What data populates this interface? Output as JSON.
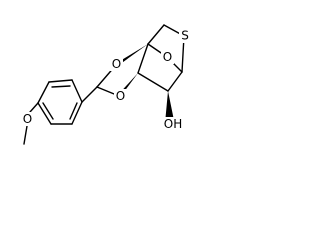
{
  "structure": {
    "atom_labels": {
      "ring_oxygen_top": "O",
      "ring_oxygen_bottom": "O",
      "bridge_oxygen": "O",
      "sulfur": "S",
      "hydroxyl": "OH",
      "methoxy_oxygen": "O"
    }
  }
}
